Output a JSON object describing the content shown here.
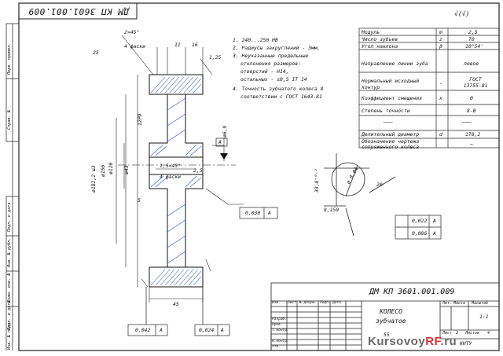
{
  "doc_code_top": "ДМ КП 3601.001.009",
  "doc_code_stamp": "ДМ КП 3601.001.009",
  "roughness_general": "√(√)",
  "notes": [
    "1. 240...250 НВ",
    "2. Радиусы закруглений - 3мм.",
    "3. Неуказанные предельные",
    "отклонения размеров:",
    "отверстий - Н14,",
    "остальных - ±0,5 IT 14",
    "4. Точность зубчатого колеса 8",
    "соответствии с ГОСТ 1643-81"
  ],
  "params": [
    {
      "name": "Модуль",
      "sym": "m",
      "val": "2,5"
    },
    {
      "name": "Число зубьев",
      "sym": "z",
      "val": "70"
    },
    {
      "name": "Угол наклона",
      "sym": "β",
      "val": "10°54'"
    },
    {
      "name": "Направление линии зуба",
      "sym": "",
      "val": "левое"
    },
    {
      "name": "Нормальный исходный контур",
      "sym": "-",
      "val": "ГОСТ 13755-81"
    },
    {
      "name": "Коэффициент смещения",
      "sym": "x",
      "val": "0"
    },
    {
      "name": "Степень точности",
      "sym": "",
      "val": "8-В"
    },
    {
      "name": "———",
      "sym": "",
      "val": "———"
    },
    {
      "name": "Делительный диаметр",
      "sym": "d",
      "val": "178,2"
    },
    {
      "name": "Обозначение чертежа сопряженного колеса",
      "sym": "",
      "val": "—"
    }
  ],
  "dims": {
    "chamfer_top": "2×45°",
    "chamfer_top2": "4 фаски",
    "d11": "11",
    "d16": "16",
    "r25": "25",
    "r125": "1,25",
    "d1822": "ø182,2 ш3",
    "d156": "ø156",
    "d120": "ø120",
    "d43": "ø43",
    "keyway": "12Р9",
    "keyway2": "ø6,9",
    "chamfer_mid": "1,5×45°",
    "chamfer_mid2": "4 фаски",
    "r25b": "2,5",
    "len45": "45",
    "d0030": "0,030",
    "base_a": "А",
    "tol1": "0,022",
    "tol2": "0,086",
    "tol3": "0,042",
    "tol4": "0,024",
    "prof1": "33,8⁺⁰·²",
    "prof2": "ø 8,04",
    "prof3": "8,159",
    "prof4": "20",
    "rough5": "5"
  },
  "stamp": {
    "title1": "КОЛЕСО",
    "title2": "зубчатое",
    "lit_label": "Лит.",
    "mass_label": "Масса",
    "scale_label": "Масштаб",
    "scale_val": "1:1",
    "mass_val": "",
    "sheet_label": "Лист",
    "sheet_val": "2",
    "sheets_label": "Листов",
    "sheets_val": "4",
    "org": "КНТУ",
    "material": "55",
    "labels": [
      "Изм.",
      "Лист",
      "№ докум.",
      "Подп.",
      "Дата"
    ],
    "roles": [
      "Разраб.",
      "Пров.",
      "Т.контр.",
      "",
      "Н.контр.",
      "Утв."
    ]
  },
  "side_labels": [
    "Перв. примен.",
    "Справ. №",
    "Подп. и дата",
    "Инв. № дубл.",
    "Взам. инв. №",
    "Подп. и дата",
    "Инв. № подл."
  ],
  "watermark": {
    "a": "Kursovoy",
    "b": "RF",
    "c": ".ru"
  }
}
